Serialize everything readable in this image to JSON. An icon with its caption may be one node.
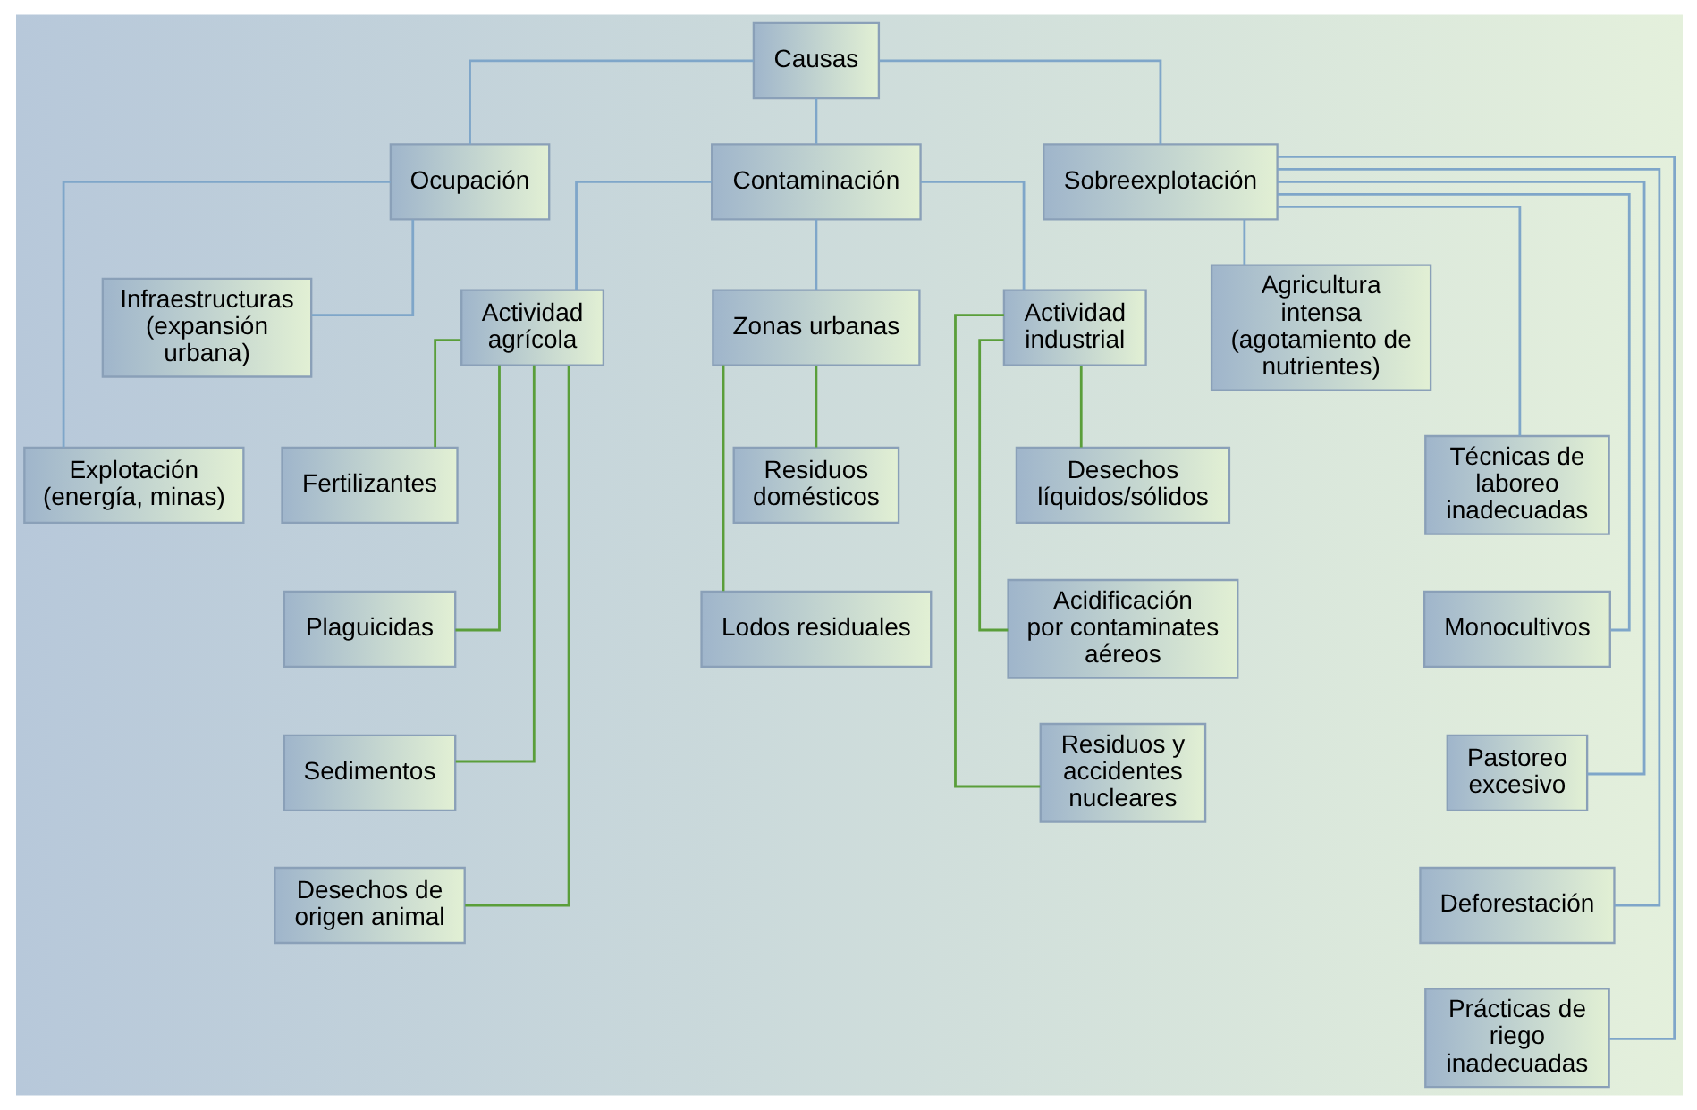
{
  "diagram": {
    "nodes": [
      {
        "text": [
          "Causas"
        ]
      },
      {
        "text": [
          "Ocupación"
        ]
      },
      {
        "text": [
          "Infraestructuras (expansión urbana)"
        ]
      },
      {
        "text": [
          "Explotación (energía, minas)"
        ]
      },
      {
        "text": [
          "Contaminación"
        ]
      },
      {
        "text": [
          "Actividad agrícola"
        ]
      },
      {
        "text": [
          "Fertilizantes"
        ]
      },
      {
        "text": [
          "Plaguicidas"
        ]
      },
      {
        "text": [
          "Sedimentos"
        ]
      },
      {
        "text": [
          "Desechos de origen animal"
        ]
      },
      {
        "text": [
          "Zonas urbanas"
        ]
      },
      {
        "text": [
          "Residuos domésticos"
        ]
      },
      {
        "text": [
          "Lodos residuales"
        ]
      },
      {
        "text": [
          "Actividad industrial"
        ]
      },
      {
        "text": [
          "Desechos líquidos/sólidos"
        ]
      },
      {
        "text": [
          "Acidificación por contaminates aéreos"
        ]
      },
      {
        "text": [
          "Residuos y accidentes nucleares"
        ]
      },
      {
        "text": [
          "Sobreexplotación"
        ]
      },
      {
        "text": [
          "Agricultura intensa (agotamiento de nutrientes)"
        ]
      },
      {
        "text": [
          "Técnicas de laboreo inadecuadas"
        ]
      },
      {
        "text": [
          "Monocultivos"
        ]
      },
      {
        "text": [
          "Pastoreo excesivo"
        ]
      },
      {
        "text": [
          "Deforestación"
        ]
      },
      {
        "text": [
          "Prácticas de riego inadecuadas"
        ]
      }
    ],
    "edges": [
      {
        "from": 0,
        "to": 1,
        "arrow": "none"
      },
      {
        "from": 0,
        "to": 4,
        "arrow": "none"
      },
      {
        "from": 0,
        "to": 17,
        "arrow": "none"
      },
      {
        "from": 1,
        "to": 2,
        "arrow": "none"
      },
      {
        "from": 1,
        "to": 3,
        "arrow": "none"
      },
      {
        "from": 4,
        "to": 5,
        "arrow": "none"
      },
      {
        "from": 4,
        "to": 10,
        "arrow": "none"
      },
      {
        "from": 4,
        "to": 13,
        "arrow": "none"
      },
      {
        "from": 5,
        "to": 6,
        "arrow": "none",
        "color": "#5a9e3a"
      },
      {
        "from": 5,
        "to": 7,
        "arrow": "none",
        "color": "#5a9e3a"
      },
      {
        "from": 5,
        "to": 8,
        "arrow": "none",
        "color": "#5a9e3a"
      },
      {
        "from": 5,
        "to": 9,
        "arrow": "none",
        "color": "#5a9e3a"
      },
      {
        "from": 10,
        "to": 11,
        "arrow": "none",
        "color": "#5a9e3a"
      },
      {
        "from": 10,
        "to": 12,
        "arrow": "none",
        "color": "#5a9e3a"
      },
      {
        "from": 13,
        "to": 14,
        "arrow": "none",
        "color": "#5a9e3a"
      },
      {
        "from": 13,
        "to": 15,
        "arrow": "none",
        "color": "#5a9e3a"
      },
      {
        "from": 13,
        "to": 16,
        "arrow": "none",
        "color": "#5a9e3a"
      },
      {
        "from": 17,
        "to": 18,
        "arrow": "none"
      },
      {
        "from": 17,
        "to": 19,
        "arrow": "none"
      },
      {
        "from": 17,
        "to": 20,
        "arrow": "none"
      },
      {
        "from": 17,
        "to": 21,
        "arrow": "none"
      },
      {
        "from": 17,
        "to": 22,
        "arrow": "none"
      },
      {
        "from": 17,
        "to": 23,
        "arrow": "none"
      }
    ]
  }
}
